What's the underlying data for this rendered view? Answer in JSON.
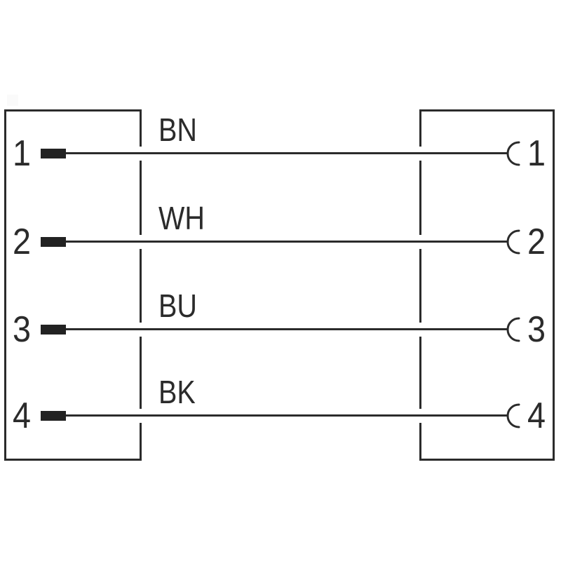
{
  "diagram": {
    "description": "cable wiring pinout diagram, 4 conductors, straight-through"
  },
  "left_connector": {
    "pins": [
      "1",
      "2",
      "3",
      "4"
    ]
  },
  "right_connector": {
    "pins": [
      "1",
      "2",
      "3",
      "4"
    ]
  },
  "wires": [
    {
      "left_pin": "1",
      "label": "BN",
      "right_pin": "1"
    },
    {
      "left_pin": "2",
      "label": "WH",
      "right_pin": "2"
    },
    {
      "left_pin": "3",
      "label": "BU",
      "right_pin": "3"
    },
    {
      "left_pin": "4",
      "label": "BK",
      "right_pin": "4"
    }
  ],
  "colors": {
    "line": "#2b2b2b",
    "terminal_fill": "#222222",
    "background": "#ffffff"
  },
  "icons": {
    "left_contact": "pin-terminal-icon",
    "right_contact": "socket-contact-icon"
  }
}
